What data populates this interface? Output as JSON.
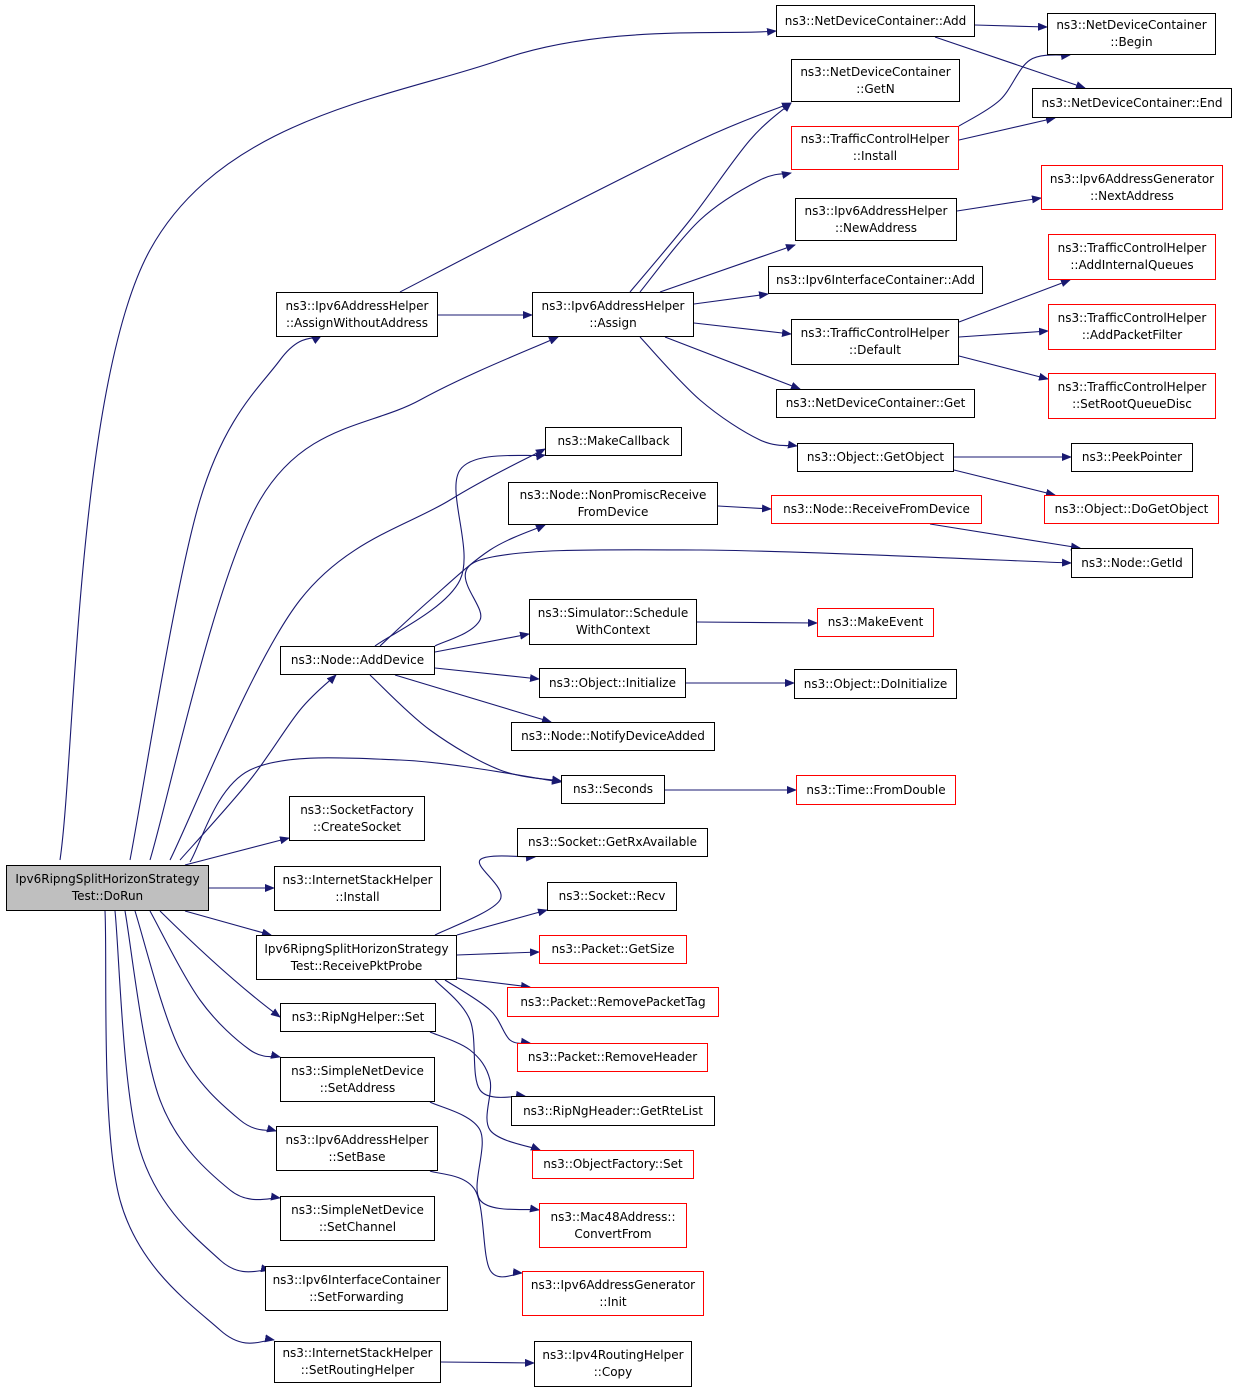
{
  "colors": {
    "edge": "#191970",
    "node_border": "#000000",
    "truncated_border": "#ff0000",
    "root_fill": "#bfbfbf"
  },
  "nodes": {
    "root": {
      "lines": [
        "Ipv6RipngSplitHorizonStrategy",
        "Test::DoRun"
      ]
    },
    "ndc_add": {
      "lines": [
        "ns3::NetDeviceContainer::Add"
      ]
    },
    "ndc_begin": {
      "lines": [
        "ns3::NetDeviceContainer",
        "::Begin"
      ]
    },
    "ndc_getn": {
      "lines": [
        "ns3::NetDeviceContainer",
        "::GetN"
      ]
    },
    "ndc_end": {
      "lines": [
        "ns3::NetDeviceContainer::End"
      ]
    },
    "tch_install": {
      "lines": [
        "ns3::TrafficControlHelper",
        "::Install"
      ]
    },
    "iag_nextaddress": {
      "lines": [
        "ns3::Ipv6AddressGenerator",
        "::NextAddress"
      ]
    },
    "iah_newaddress": {
      "lines": [
        "ns3::Ipv6AddressHelper",
        "::NewAddress"
      ]
    },
    "iah_assignwithout": {
      "lines": [
        "ns3::Ipv6AddressHelper",
        "::AssignWithoutAddress"
      ]
    },
    "iah_assign": {
      "lines": [
        "ns3::Ipv6AddressHelper",
        "::Assign"
      ]
    },
    "iic_add": {
      "lines": [
        "ns3::Ipv6InterfaceContainer::Add"
      ]
    },
    "tch_addinternal": {
      "lines": [
        "ns3::TrafficControlHelper",
        "::AddInternalQueues"
      ]
    },
    "tch_default": {
      "lines": [
        "ns3::TrafficControlHelper",
        "::Default"
      ]
    },
    "tch_addpacketfilter": {
      "lines": [
        "ns3::TrafficControlHelper",
        "::AddPacketFilter"
      ]
    },
    "tch_setroot": {
      "lines": [
        "ns3::TrafficControlHelper",
        "::SetRootQueueDisc"
      ]
    },
    "ndc_get": {
      "lines": [
        "ns3::NetDeviceContainer::Get"
      ]
    },
    "makecallback": {
      "lines": [
        "ns3::MakeCallback"
      ]
    },
    "obj_getobject": {
      "lines": [
        "ns3::Object::GetObject"
      ]
    },
    "peekpointer": {
      "lines": [
        "ns3::PeekPointer"
      ]
    },
    "node_nonpromisc": {
      "lines": [
        "ns3::Node::NonPromiscReceive",
        "FromDevice"
      ]
    },
    "node_receivefrom": {
      "lines": [
        "ns3::Node::ReceiveFromDevice"
      ]
    },
    "obj_dogetobject": {
      "lines": [
        "ns3::Object::DoGetObject"
      ]
    },
    "node_getid": {
      "lines": [
        "ns3::Node::GetId"
      ]
    },
    "sim_schedule": {
      "lines": [
        "ns3::Simulator::Schedule",
        "WithContext"
      ]
    },
    "makeevent": {
      "lines": [
        "ns3::MakeEvent"
      ]
    },
    "node_adddevice": {
      "lines": [
        "ns3::Node::AddDevice"
      ]
    },
    "obj_initialize": {
      "lines": [
        "ns3::Object::Initialize"
      ]
    },
    "obj_doinitialize": {
      "lines": [
        "ns3::Object::DoInitialize"
      ]
    },
    "node_notify": {
      "lines": [
        "ns3::Node::NotifyDeviceAdded"
      ]
    },
    "seconds": {
      "lines": [
        "ns3::Seconds"
      ]
    },
    "time_fromdouble": {
      "lines": [
        "ns3::Time::FromDouble"
      ]
    },
    "sf_createsocket": {
      "lines": [
        "ns3::SocketFactory",
        "::CreateSocket"
      ]
    },
    "sock_getrx": {
      "lines": [
        "ns3::Socket::GetRxAvailable"
      ]
    },
    "ish_install": {
      "lines": [
        "ns3::InternetStackHelper",
        "::Install"
      ]
    },
    "sock_recv": {
      "lines": [
        "ns3::Socket::Recv"
      ]
    },
    "receivepktprobe": {
      "lines": [
        "Ipv6RipngSplitHorizonStrategy",
        "Test::ReceivePktProbe"
      ]
    },
    "pkt_getsize": {
      "lines": [
        "ns3::Packet::GetSize"
      ]
    },
    "pkt_removetag": {
      "lines": [
        "ns3::Packet::RemovePacketTag"
      ]
    },
    "ripng_set": {
      "lines": [
        "ns3::RipNgHelper::Set"
      ]
    },
    "pkt_removeheader": {
      "lines": [
        "ns3::Packet::RemoveHeader"
      ]
    },
    "snd_setaddress": {
      "lines": [
        "ns3::SimpleNetDevice",
        "::SetAddress"
      ]
    },
    "ripngheader_getrte": {
      "lines": [
        "ns3::RipNgHeader::GetRteList"
      ]
    },
    "iah_setbase": {
      "lines": [
        "ns3::Ipv6AddressHelper",
        "::SetBase"
      ]
    },
    "of_set": {
      "lines": [
        "ns3::ObjectFactory::Set"
      ]
    },
    "mac48_convertfrom": {
      "lines": [
        "ns3::Mac48Address::",
        "ConvertFrom"
      ]
    },
    "snd_setchannel": {
      "lines": [
        "ns3::SimpleNetDevice",
        "::SetChannel"
      ]
    },
    "iic_setforwarding": {
      "lines": [
        "ns3::Ipv6InterfaceContainer",
        "::SetForwarding"
      ]
    },
    "iag_init": {
      "lines": [
        "ns3::Ipv6AddressGenerator",
        "::Init"
      ]
    },
    "ish_setrouting": {
      "lines": [
        "ns3::InternetStackHelper",
        "::SetRoutingHelper"
      ]
    },
    "ipv4rh_copy": {
      "lines": [
        "ns3::Ipv4RoutingHelper",
        "::Copy"
      ]
    }
  }
}
